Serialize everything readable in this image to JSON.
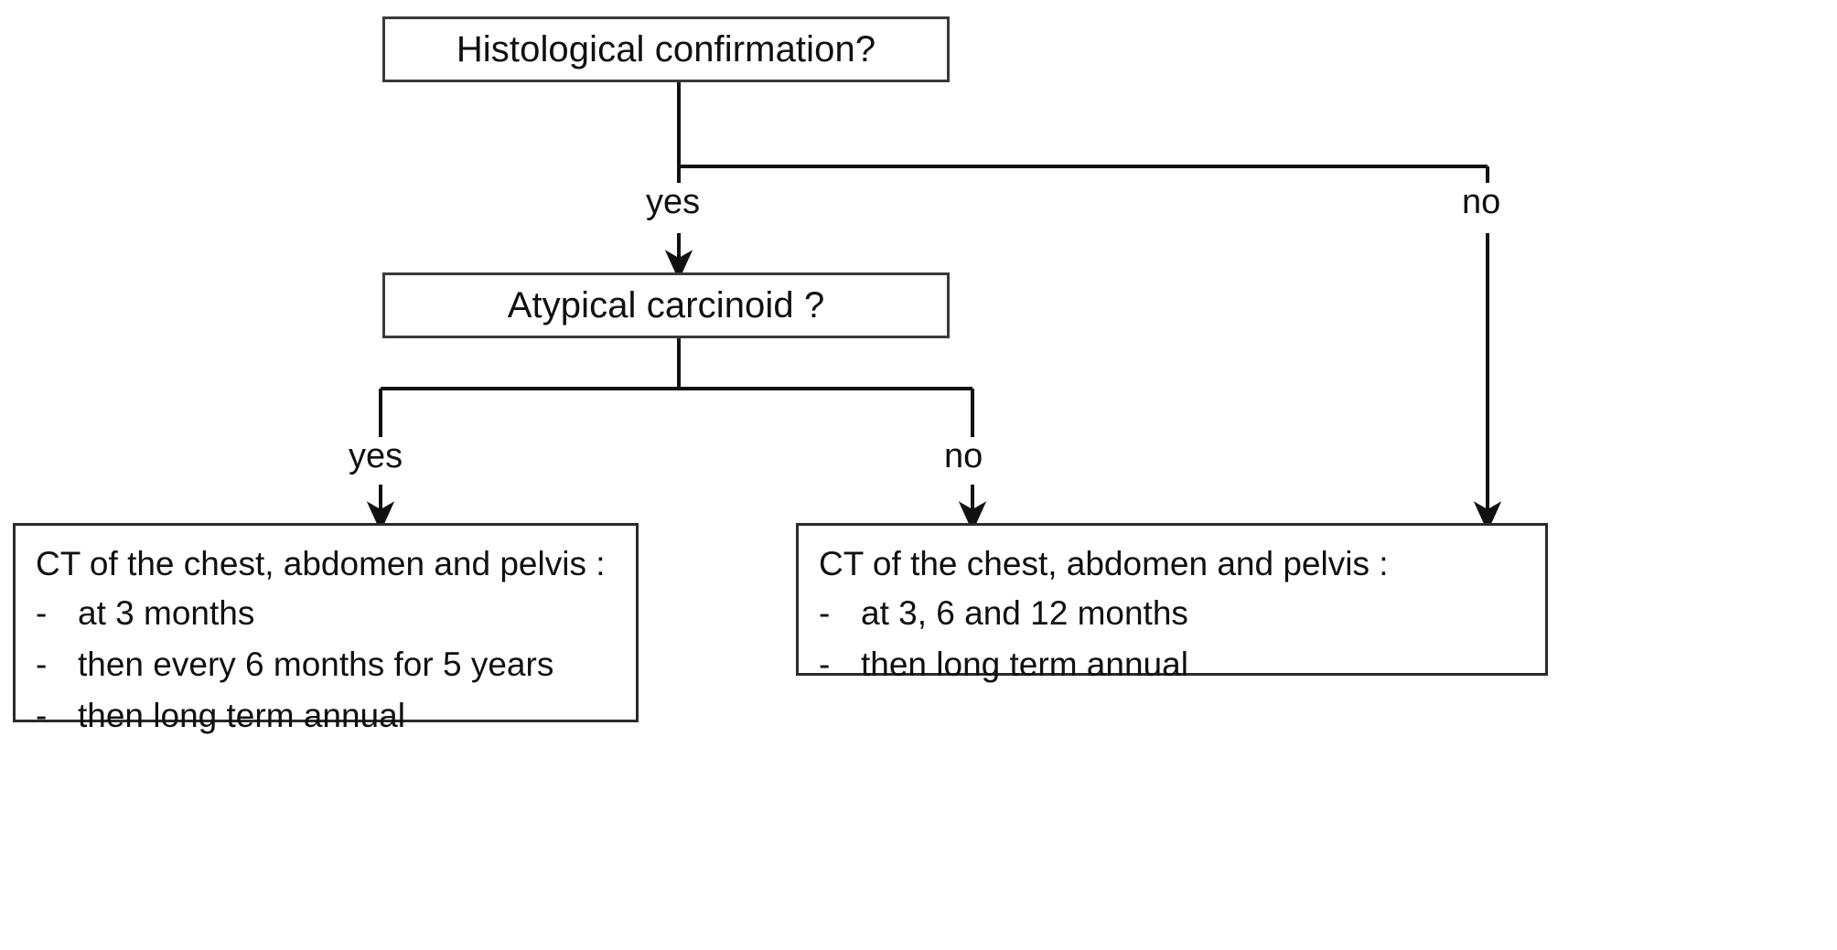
{
  "diagram": {
    "type": "decision-flowchart",
    "title_visible": false,
    "colors": {
      "background": "#ffffff",
      "box_border": "#333333",
      "connector": "#111111",
      "text": "#101010"
    },
    "nodes": {
      "decision1": {
        "label": "Histological confirmation?"
      },
      "decision2": {
        "label": "Atypical carcinoid ?"
      },
      "outcome_atypical": {
        "heading": "CT of the chest, abdomen and pelvis :",
        "bullets": [
          {
            "marker": "-",
            "text": "at 3 months"
          },
          {
            "marker": "-",
            "text": "then every 6 months for 5 years"
          },
          {
            "marker": "-",
            "text": "then long term annual"
          }
        ]
      },
      "outcome_typical": {
        "heading": "CT of the chest, abdomen and pelvis :",
        "bullets": [
          {
            "marker": "-",
            "text": "at 3, 6 and 12 months"
          },
          {
            "marker": "-",
            "text": "then long term annual"
          }
        ]
      }
    },
    "edge_labels": {
      "d1_yes": "yes",
      "d1_no": "no",
      "d2_yes": "yes",
      "d2_no": "no"
    }
  }
}
